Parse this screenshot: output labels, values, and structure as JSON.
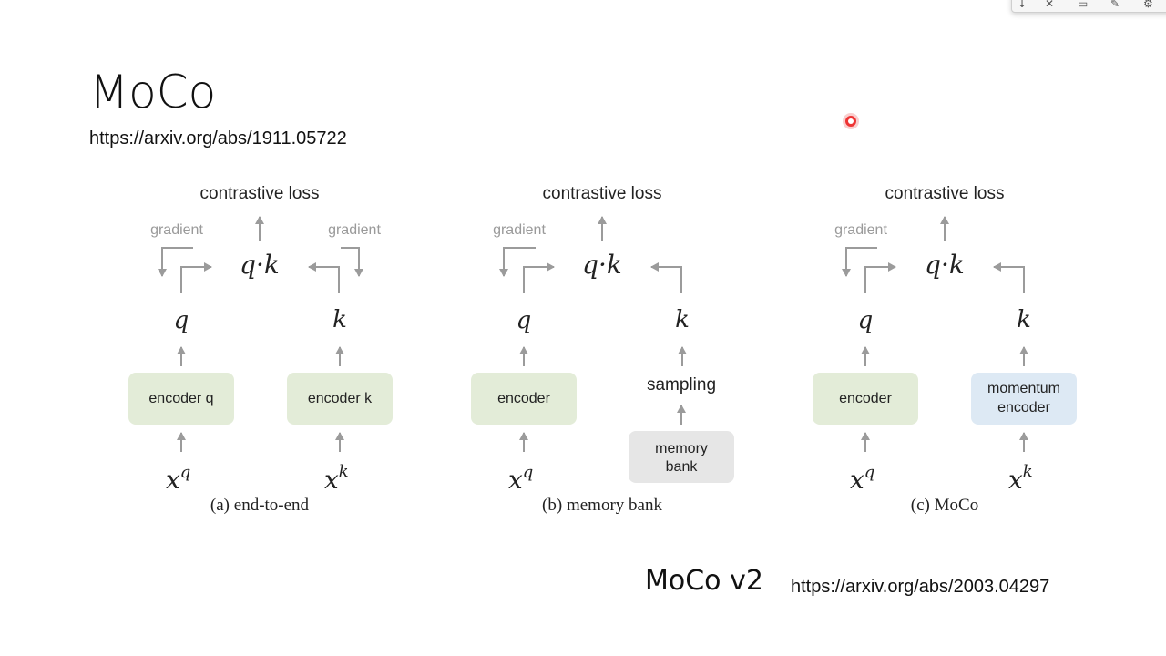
{
  "slide": {
    "title": "MoCo",
    "link": "https://arxiv.org/abs/1911.05722"
  },
  "footer": {
    "title": "MoCo v2",
    "link": "https://arxiv.org/abs/2003.04297"
  },
  "toolbar": {
    "icons": [
      "pin-icon",
      "pen-icon",
      "window-icon",
      "edit-icon",
      "settings-icon"
    ]
  },
  "panels": [
    {
      "loss": "contrastive loss",
      "gradient_left": "gradient",
      "gradient_right": "gradient",
      "similarity": "q·k",
      "q": "q",
      "k": "k",
      "encoder_q": "encoder q",
      "encoder_k": "encoder k",
      "xq_base": "x",
      "xq_sup": "q",
      "xk_base": "x",
      "xk_sup": "k",
      "caption": "(a) end-to-end",
      "colors": {
        "encoder_q": "#e3ecd8",
        "encoder_k": "#e3ecd8"
      }
    },
    {
      "loss": "contrastive loss",
      "gradient_left": "gradient",
      "similarity": "q·k",
      "q": "q",
      "k": "k",
      "encoder_q": "encoder",
      "sampling": "sampling",
      "memory_line1": "memory",
      "memory_line2": "bank",
      "xq_base": "x",
      "xq_sup": "q",
      "caption": "(b) memory bank",
      "colors": {
        "encoder_q": "#e3ecd8",
        "memory": "#e6e6e6"
      }
    },
    {
      "loss": "contrastive loss",
      "gradient_left": "gradient",
      "similarity": "q·k",
      "q": "q",
      "k": "k",
      "encoder_q": "encoder",
      "momentum_line1": "momentum",
      "momentum_line2": "encoder",
      "xq_base": "x",
      "xq_sup": "q",
      "xk_base": "x",
      "xk_sup": "k",
      "caption": "(c) MoCo",
      "colors": {
        "encoder_q": "#e3ecd8",
        "momentum": "#dde9f4"
      }
    }
  ]
}
